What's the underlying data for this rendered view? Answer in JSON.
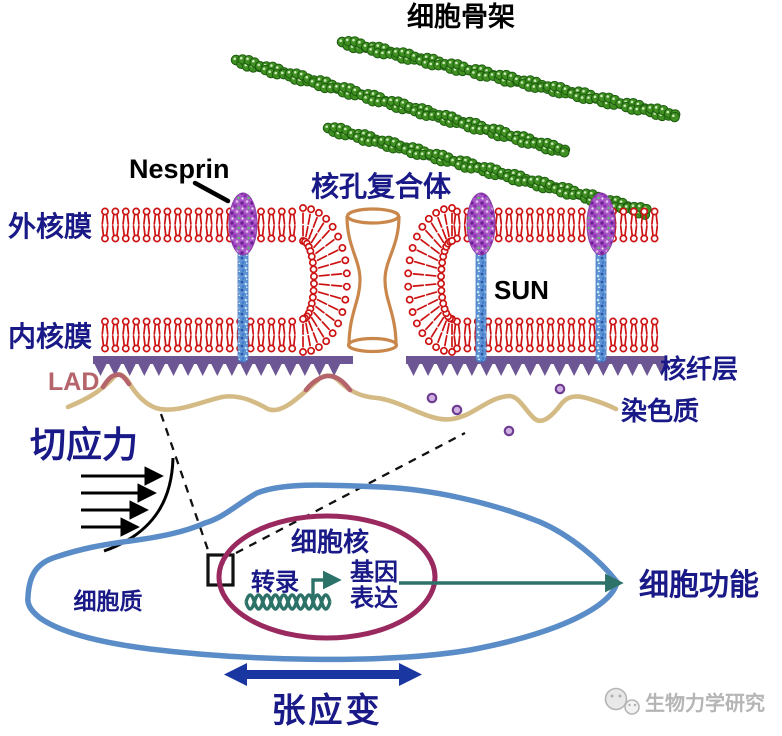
{
  "diagram": {
    "type": "cell-nucleus-mechanotransduction-schematic",
    "labels": {
      "cytoskeleton": "细胞骨架",
      "nesprin": "Nesprin",
      "nuclear_pore_complex": "核孔复合体",
      "outer_nuclear_membrane": "外核膜",
      "inner_nuclear_membrane": "内核膜",
      "sun_protein": "SUN",
      "nuclear_lamina": "核纤层",
      "lad": "LAD",
      "chromatin": "染色质",
      "shear_stress": "切应力",
      "cell_nucleus": "细胞核",
      "cytoplasm": "细胞质",
      "transcription": "转录",
      "gene_expression_line1": "基因",
      "gene_expression_line2": "表达",
      "cell_function": "细胞功能",
      "tensile_strain": "张应变"
    },
    "watermark": {
      "logo_icon": "chat-bubbles-logo-icon",
      "text": "生物力学研究"
    },
    "colors": {
      "label_navy": "#191987",
      "membrane_red": "#cc1212",
      "pore_tan": "#c9874b",
      "lamina_purple": "#6c5694",
      "chromatin_tan": "#d4ba84",
      "lad_rose": "#b4646a",
      "filament_green": "#3f9021",
      "cell_outline_blue": "#5a8cc7",
      "nucleus_maroon": "#99295f",
      "signal_teal": "#2d7268",
      "strain_arrow_blue": "#1a36a0"
    }
  }
}
